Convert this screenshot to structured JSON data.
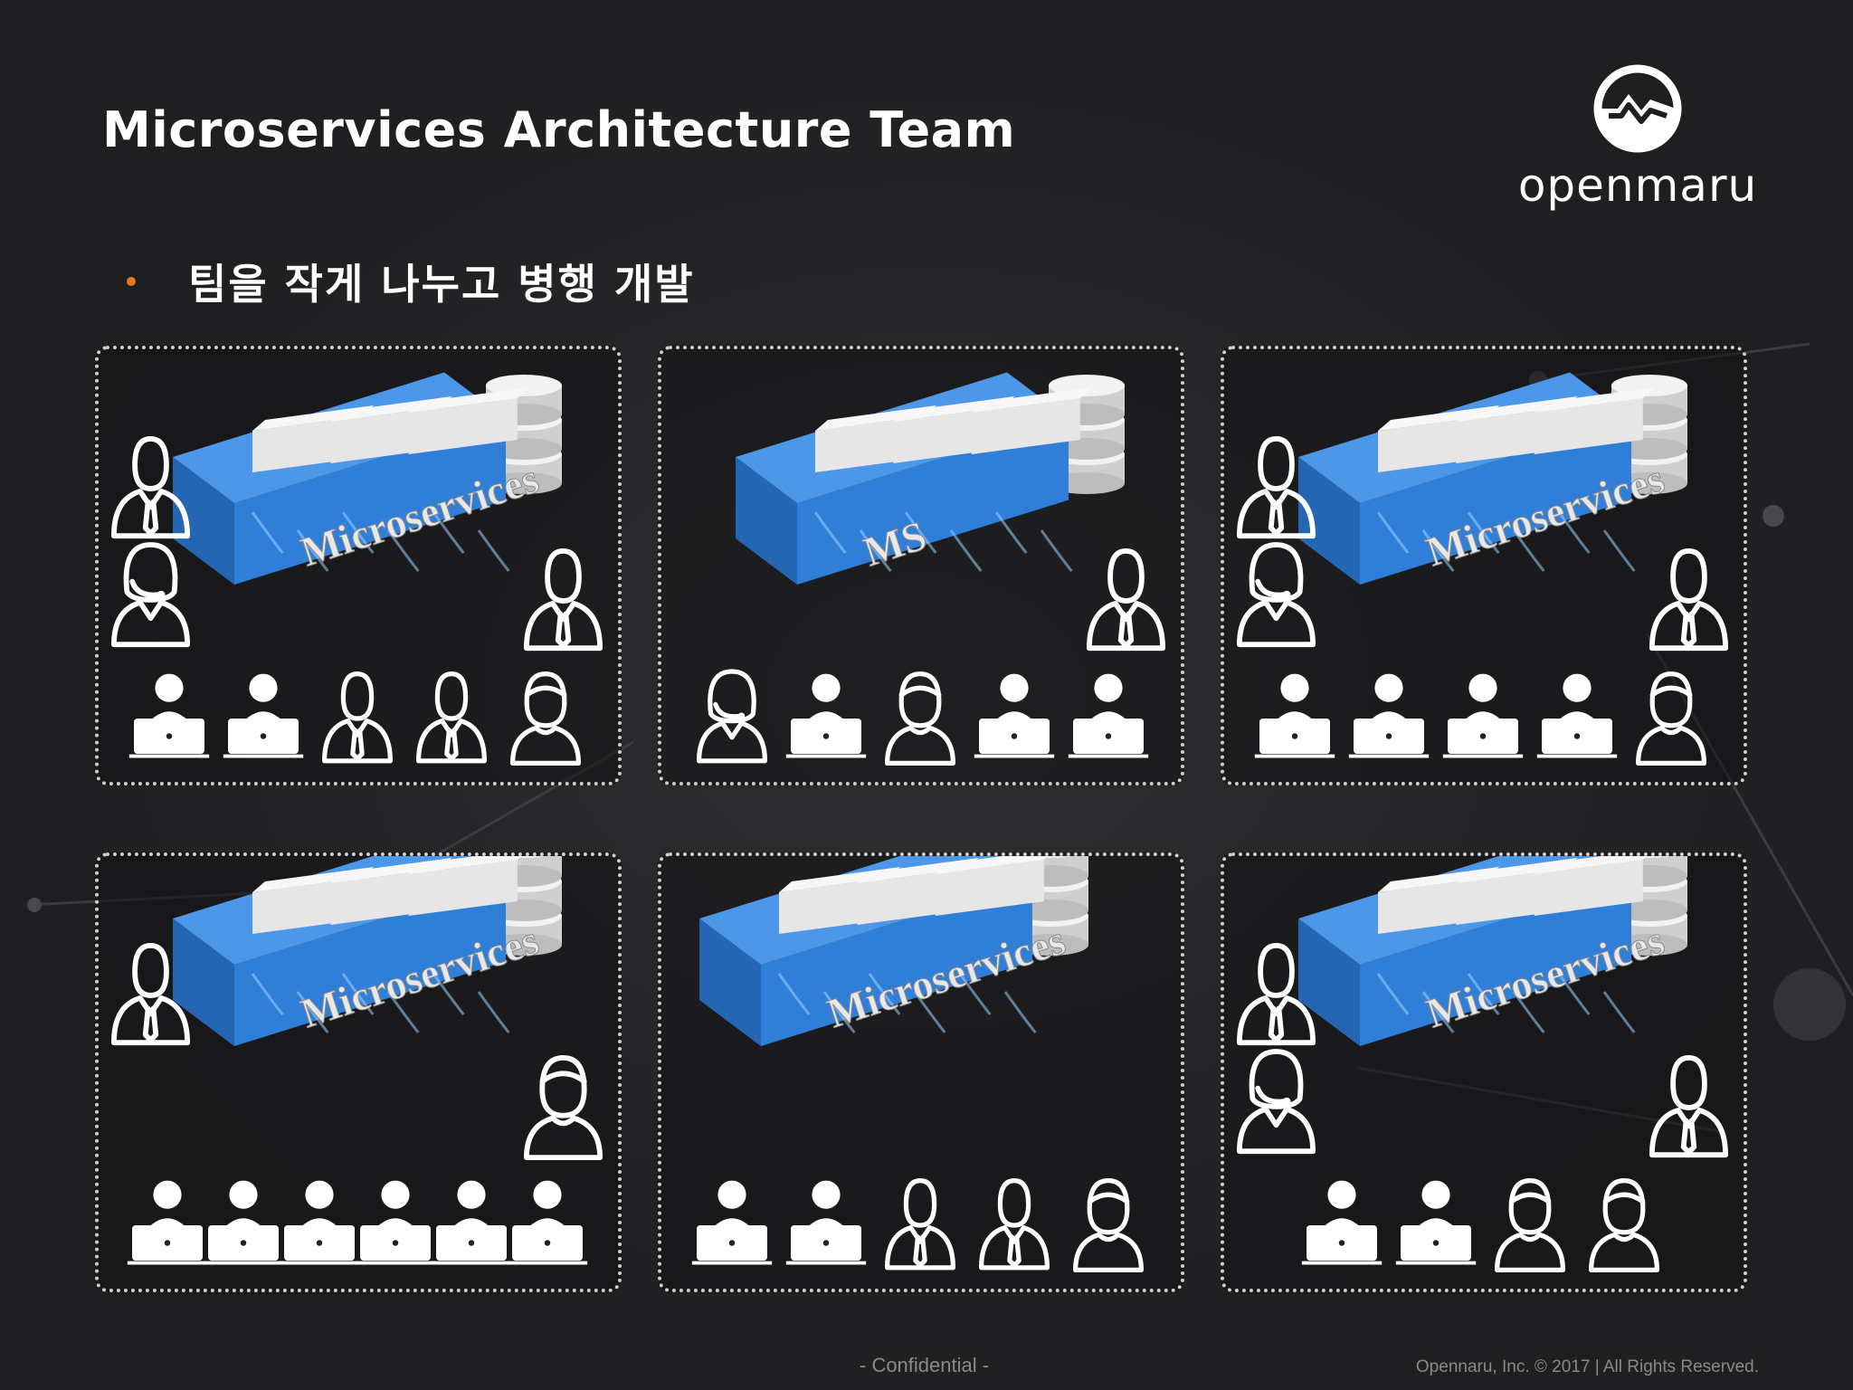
{
  "slide": {
    "title": "Microservices Architecture Team",
    "bullet": "팀을 작게 나누고 병행 개발",
    "logo_text": "openmaru",
    "footer_center": "- Confidential -",
    "footer_right": "Opennaru, Inc. © 2017 | All Rights Reserved."
  },
  "colors": {
    "background": "#1f1f21",
    "bullet": "#e87722",
    "block_blue": "#2f7fd9",
    "module_white": "#e6e6e6"
  },
  "panels": [
    {
      "block_label": "Microservices",
      "people": {
        "side_left": [
          "suit-man-icon",
          "headset-woman-icon"
        ],
        "side_right": [
          "suit-man-icon"
        ],
        "bottom": [
          "laptop-developer-icon",
          "laptop-developer-icon",
          "suit-man-icon",
          "suit-man-icon",
          "man-icon"
        ]
      }
    },
    {
      "block_label": "MS",
      "people": {
        "side_left": [],
        "side_right": [
          "suit-man-icon"
        ],
        "bottom": [
          "headset-woman-icon",
          "laptop-developer-icon",
          "man-icon",
          "laptop-developer-icon",
          "laptop-developer-icon"
        ]
      }
    },
    {
      "block_label": "Microservices",
      "people": {
        "side_left": [
          "suit-man-icon",
          "headset-woman-icon"
        ],
        "side_right": [
          "suit-man-icon"
        ],
        "bottom": [
          "laptop-developer-icon",
          "laptop-developer-icon",
          "laptop-developer-icon",
          "laptop-developer-icon",
          "man-icon"
        ]
      }
    },
    {
      "block_label": "Microservices",
      "people": {
        "side_left": [
          "suit-man-icon"
        ],
        "side_right": [
          "man-icon"
        ],
        "bottom": [
          "laptop-developer-icon",
          "laptop-developer-icon",
          "laptop-developer-icon",
          "laptop-developer-icon",
          "laptop-developer-icon",
          "laptop-developer-icon"
        ]
      }
    },
    {
      "block_label": "Microservices",
      "people": {
        "side_left": [],
        "side_right": [],
        "bottom": [
          "laptop-developer-icon",
          "laptop-developer-icon",
          "suit-man-icon",
          "suit-man-icon",
          "man-icon"
        ]
      }
    },
    {
      "block_label": "Microservices",
      "people": {
        "side_left": [
          "suit-man-icon",
          "headset-woman-icon"
        ],
        "side_right": [
          "suit-man-icon"
        ],
        "bottom": [
          "laptop-developer-icon",
          "laptop-developer-icon",
          "man-icon",
          "man-icon"
        ]
      }
    }
  ]
}
